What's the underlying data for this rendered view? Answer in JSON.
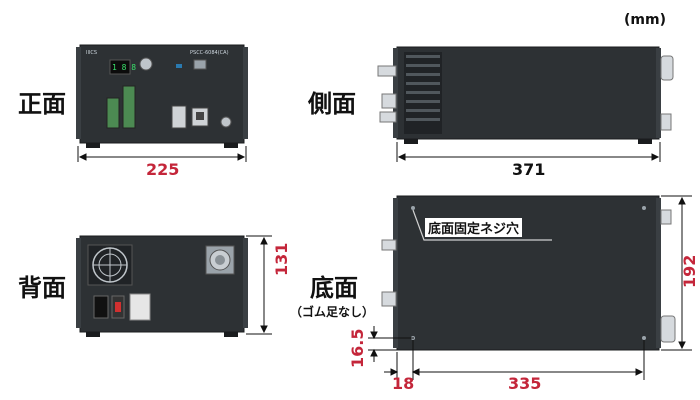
{
  "units": "(mm)",
  "views": {
    "front": {
      "label": "正面",
      "width_dim": "225",
      "logo": "IIICS",
      "model": "PSCC-6084(CA)",
      "display": "1 8 8"
    },
    "side": {
      "label": "側面",
      "depth_dim": "371"
    },
    "back": {
      "label": "背面",
      "height_dim": "131"
    },
    "bottom": {
      "label": "底面",
      "note": "（ゴム足なし）",
      "callout": "底面固定ネジ穴",
      "width_dim": "192",
      "hole_y_dim": "16.5",
      "hole_x_dim": "18",
      "hole_pitch_dim": "335"
    }
  },
  "colors": {
    "body": "#2d3134",
    "body_dark": "#1e2124",
    "dimension_red": "#c4263a",
    "line": "#111111"
  }
}
